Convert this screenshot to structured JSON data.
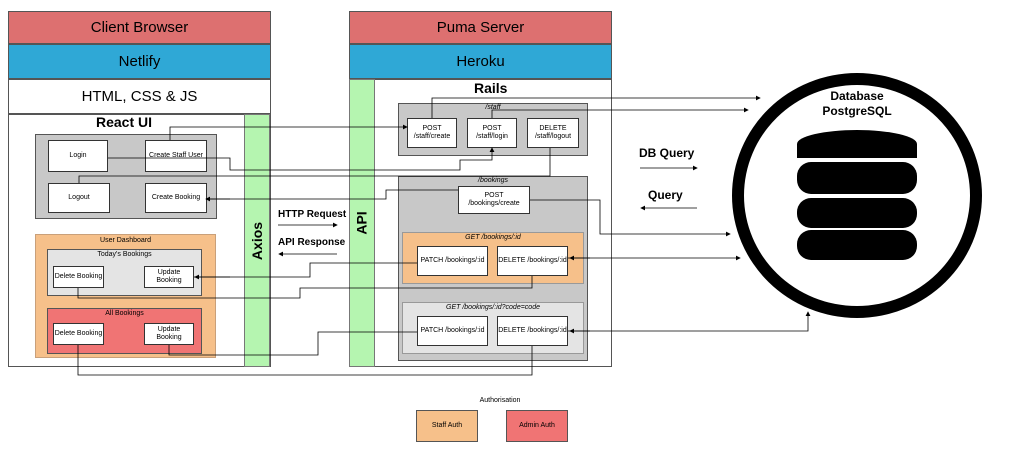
{
  "client": {
    "title": "Client Browser",
    "host": "Netlify",
    "stack": "HTML, CSS & JS",
    "react_ui": "React UI",
    "login": "Login",
    "create_staff_user": "Create Staff User",
    "logout": "Logout",
    "create_booking": "Create Booking",
    "user_dashboard": "User Dashboard",
    "todays_bookings": "Today's Bookings",
    "all_bookings": "All Bookings",
    "delete_booking": "Delete Booking",
    "update_booking": "Update Booking",
    "axios": "Axios"
  },
  "links": {
    "http_request": "HTTP Request",
    "api_response": "API Response",
    "db_query": "DB Query",
    "query": "Query"
  },
  "server": {
    "title": "Puma Server",
    "host": "Heroku",
    "rails": "Rails",
    "api": "API",
    "staff_group": "/staff",
    "post_staff_create": "POST /staff/create",
    "post_staff_login": "POST /staff/login",
    "delete_staff_logout": "DELETE /staff/logout",
    "bookings_group": "/bookings",
    "post_bookings_create": "POST /bookings/create",
    "get_booking_id": "GET /bookings/:id",
    "patch_booking_id": "PATCH /bookings/:id",
    "delete_booking_id": "DELETE /bookings/:id",
    "get_booking_code": "GET /bookings/:id?code=code"
  },
  "database": {
    "title_line1": "Database",
    "title_line2": "PostgreSQL"
  },
  "legend": {
    "title": "Authorisation",
    "staff_auth": "Staff Auth",
    "admin_auth": "Admin Auth"
  },
  "colors": {
    "header_red": "#dd7070",
    "header_blue": "#2fa8d6",
    "axios_green": "#b5f5b0",
    "staff_auth_orange": "#f6c08a",
    "admin_auth_red": "#f07474"
  }
}
